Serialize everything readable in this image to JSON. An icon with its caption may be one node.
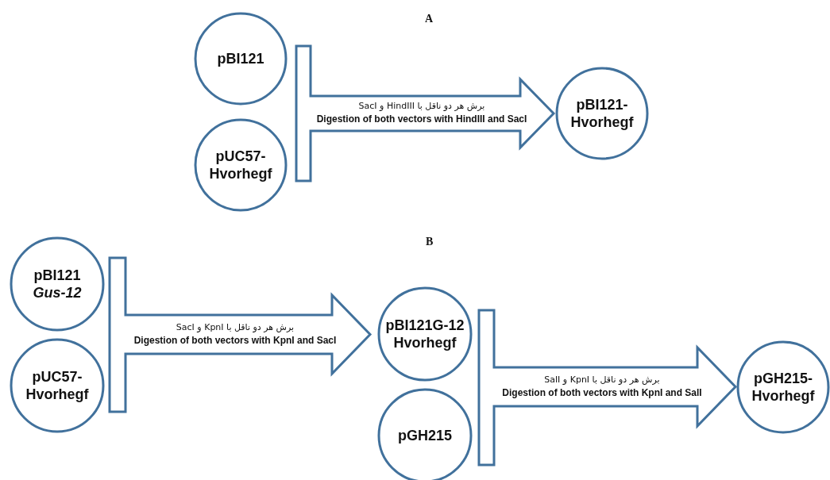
{
  "diagram": {
    "nodes": [
      {
        "text": [
          "pBI121"
        ]
      },
      {
        "text": [
          "pUC57- Hvorhegf"
        ]
      },
      {
        "text": [
          "pBI121- Hvorhegf"
        ]
      },
      {
        "text": [
          "pBI121 *Gus-12*"
        ]
      },
      {
        "text": [
          "pUC57- Hvorhegf"
        ]
      },
      {
        "text": [
          "pBI121G-12 Hvorhegf"
        ]
      },
      {
        "text": [
          "pGH215"
        ]
      },
      {
        "text": [
          "pGH215- Hvorhegf"
        ]
      }
    ],
    "edges": [
      {
        "from": 0,
        "to": 2,
        "arrow": "to",
        "label": "برش هر دو ناقل با HindIII و SacI"
      },
      {
        "from": 1,
        "to": 2,
        "arrow": "to",
        "label": "Digestion of both vectors with HindIII and SacI"
      },
      {
        "from": 3,
        "to": 5,
        "arrow": "to",
        "label": "برش هر دو ناقل با KpnI و SacI"
      },
      {
        "from": 4,
        "to": 5,
        "arrow": "to",
        "label": "Digestion of both vectors with KpnI and SacI"
      },
      {
        "from": 5,
        "to": 7,
        "arrow": "to",
        "label": "برش هر دو ناقل با KpnI و SalI"
      },
      {
        "from": 6,
        "to": 7,
        "arrow": "to",
        "label": "Digestion of both vectors with KpnI and SalI"
      }
    ],
    "labels": [
      "A",
      "B"
    ]
  }
}
